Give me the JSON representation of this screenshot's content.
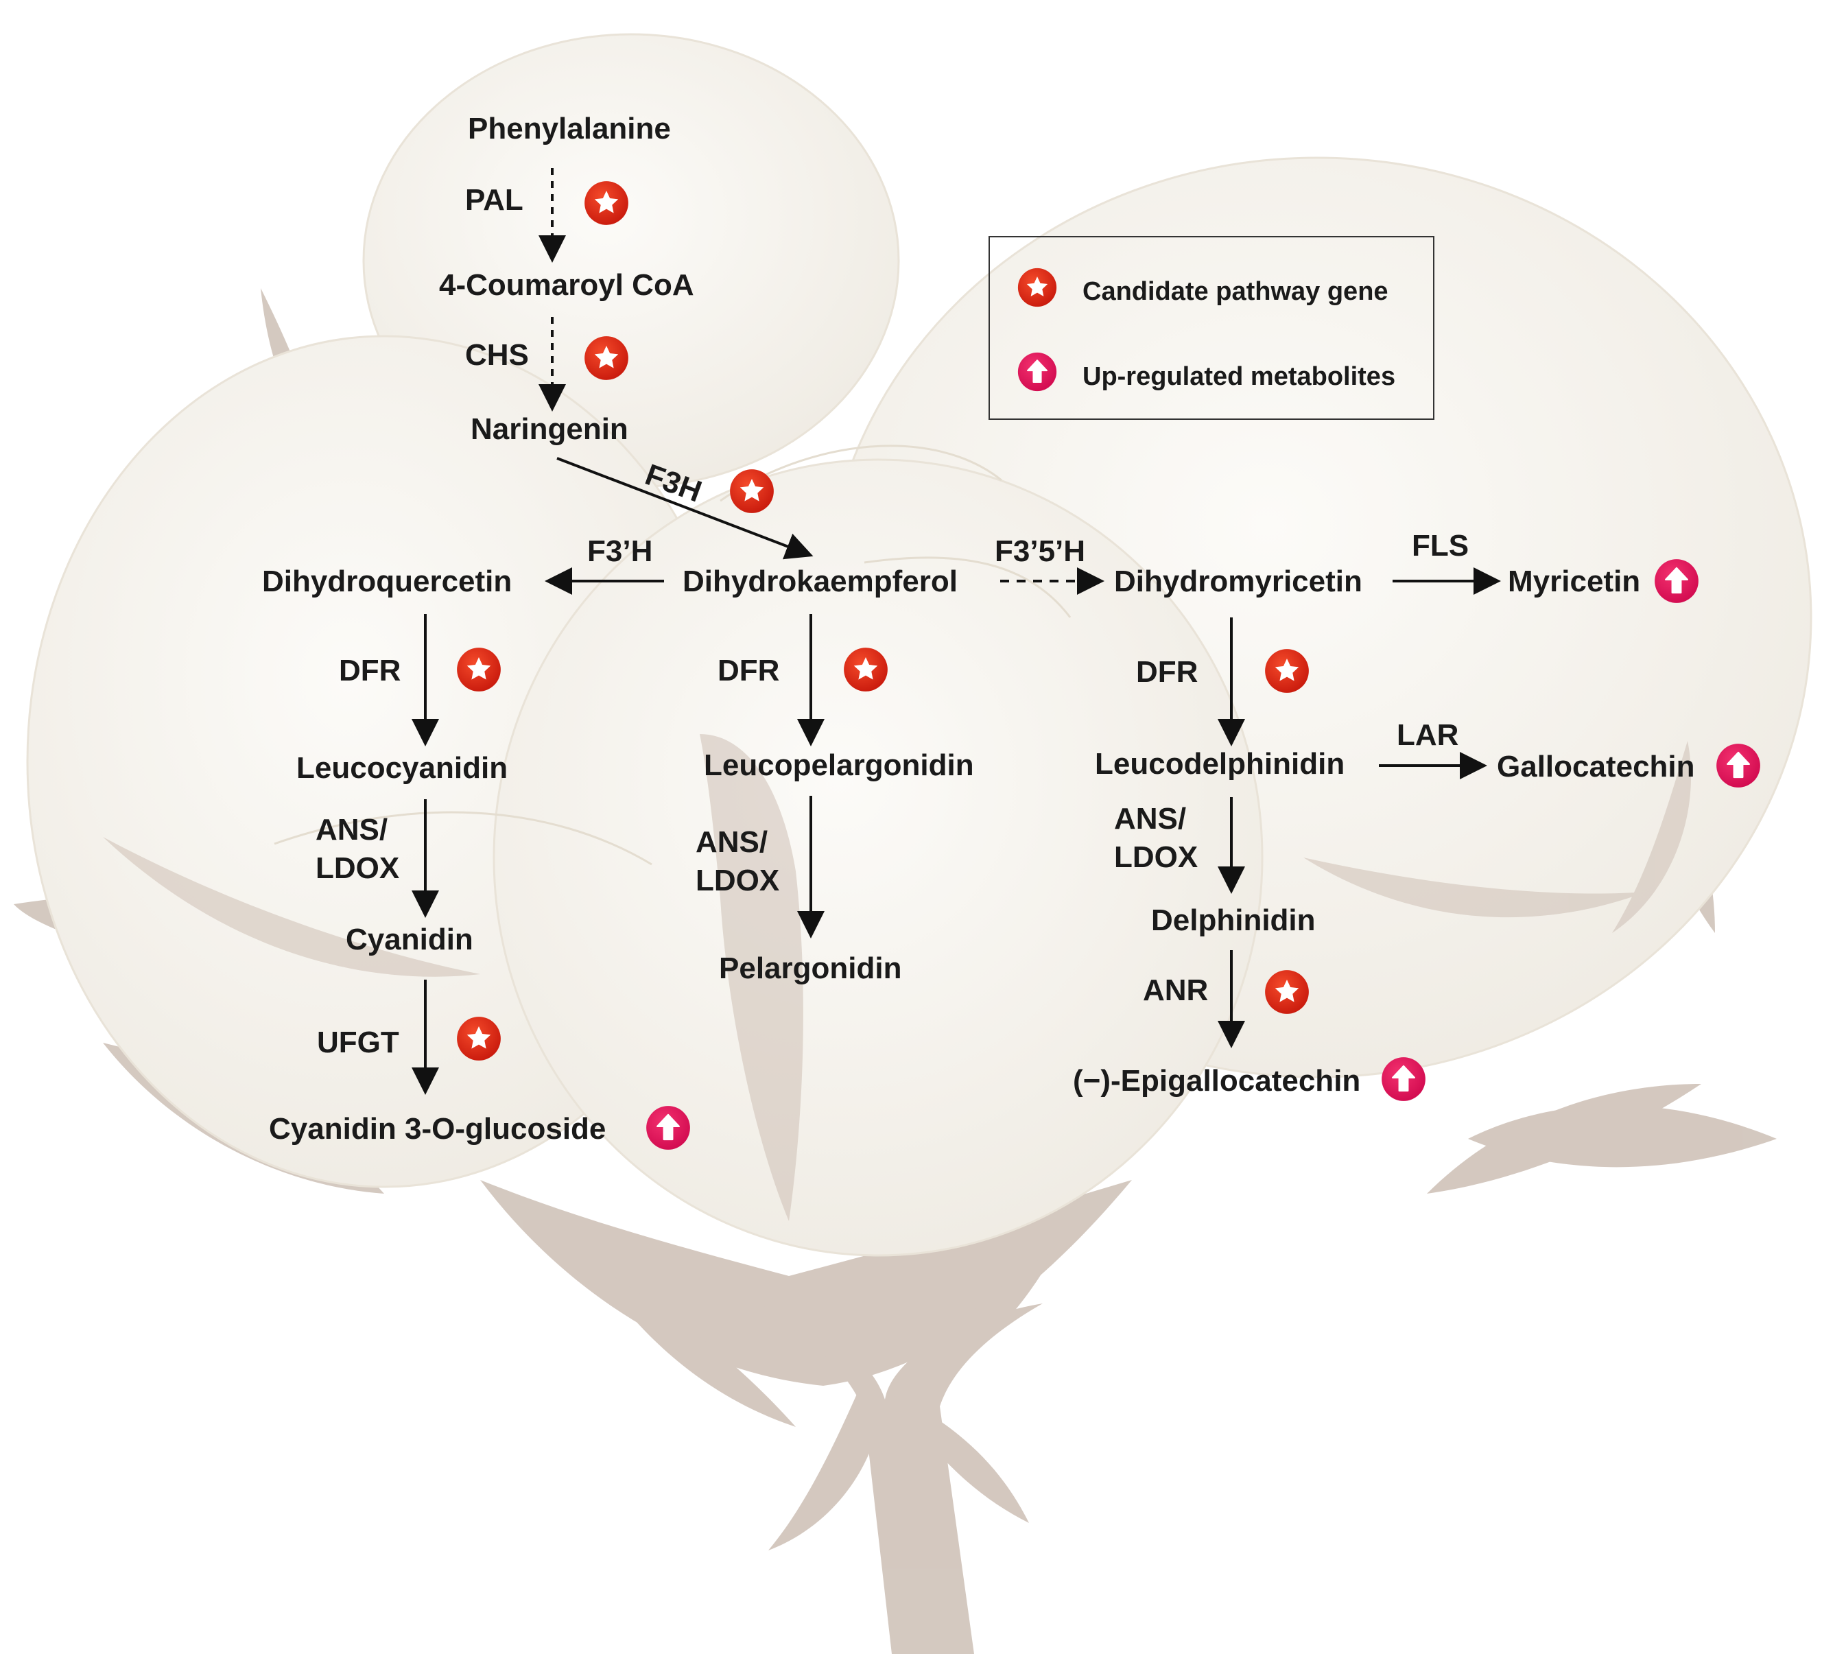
{
  "compounds": {
    "phenylalanine": "Phenylalanine",
    "coumaroyl_coa": "4-Coumaroyl CoA",
    "naringenin": "Naringenin",
    "dihydroquercetin": "Dihydroquercetin",
    "dihydrokaempferol": "Dihydrokaempferol",
    "dihydromyricetin": "Dihydromyricetin",
    "myricetin": "Myricetin",
    "leucocyanidin": "Leucocyanidin",
    "leucopelargonidin": "Leucopelargonidin",
    "leucodelphinidin": "Leucodelphinidin",
    "gallocatechin": "Gallocatechin",
    "cyanidin": "Cyanidin",
    "pelargonidin": "Pelargonidin",
    "delphinidin": "Delphinidin",
    "cyanidin_3_o_glucoside": "Cyanidin 3-O-glucoside",
    "epigallocatechin": "(−)-Epigallocatechin"
  },
  "enzymes": {
    "pal": "PAL",
    "chs": "CHS",
    "f3h": "F3H",
    "f3prime_h": "F3’H",
    "f3prime5prime_h": "F3’5’H",
    "fls": "FLS",
    "dfr": "DFR",
    "lar": "LAR",
    "ans": "ANS/",
    "ldox": "LDOX",
    "ufgt": "UFGT",
    "anr": "ANR"
  },
  "legend": {
    "candidate_gene": "Candidate pathway gene",
    "upregulated": "Up-regulated metabolites"
  },
  "colors": {
    "star_badge": "#e8301c",
    "up_badge": "#e8115d",
    "arrow": "#111111",
    "cotton": "#f8f5ef",
    "plant": "#cdbfb5"
  },
  "icons": {
    "star": "star-icon",
    "up": "up-arrow-icon"
  }
}
